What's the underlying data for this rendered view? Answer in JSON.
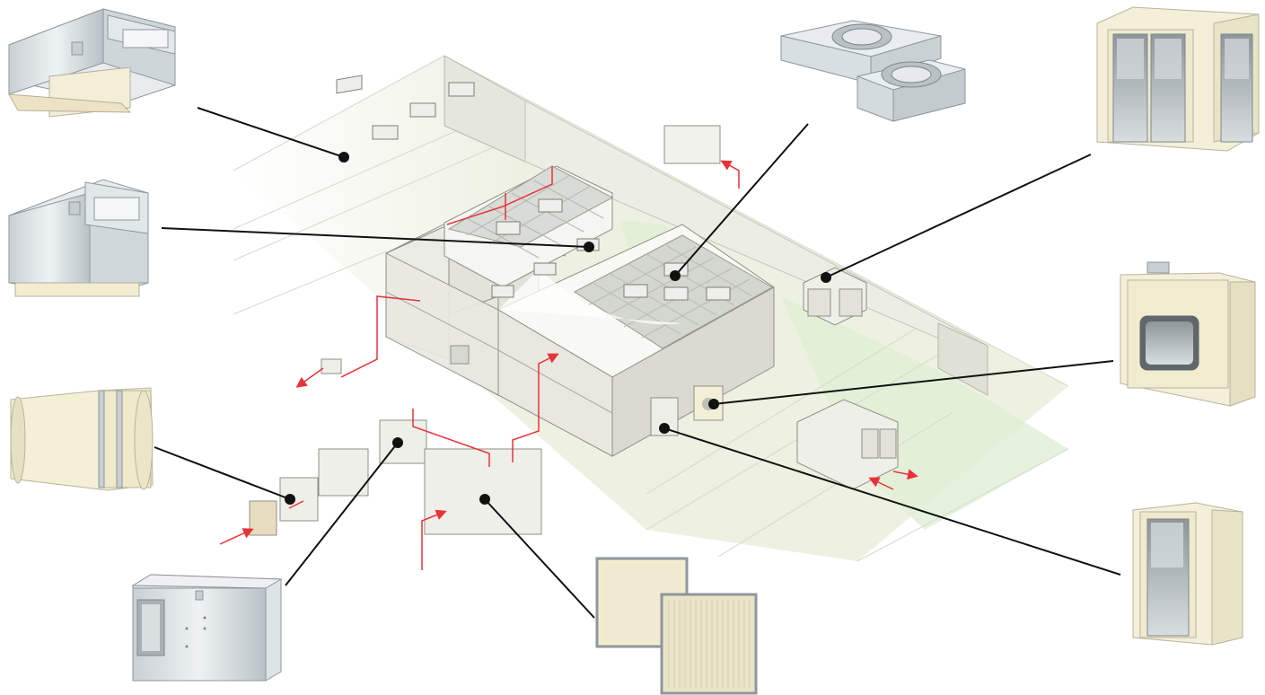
{
  "diagram": {
    "type": "cleanroom-system-isometric-overview",
    "text_labels": [],
    "colors": {
      "background": "#ffffff",
      "floor": "#eef0e2",
      "floor_green": "#dff0d6",
      "wall_light": "#f2f2ec",
      "wall_mid": "#e4e4dc",
      "wall_dark": "#d0d0c6",
      "outline": "#9a9a90",
      "duct": "#e8323a",
      "leader": "#111111",
      "cream_panel": "#f2ecd0",
      "steel": "#d7dde0",
      "steel_dark": "#aab4ba"
    },
    "components": [
      {
        "id": "fcu-duct-top",
        "icon": "fan-coil-duct-unit-icon"
      },
      {
        "id": "fcu-duct-mid",
        "icon": "fan-coil-duct-unit-icon"
      },
      {
        "id": "ffu",
        "icon": "fan-filter-unit-icon"
      },
      {
        "id": "air-shower-double",
        "icon": "air-shower-double-icon"
      },
      {
        "id": "pass-box",
        "icon": "pass-box-icon"
      },
      {
        "id": "curtain-booth",
        "icon": "soft-curtain-booth-icon"
      },
      {
        "id": "ahu",
        "icon": "air-handling-unit-icon"
      },
      {
        "id": "hepa-filters",
        "icon": "hepa-filter-icon"
      },
      {
        "id": "air-shower-single",
        "icon": "air-shower-single-icon"
      }
    ]
  }
}
